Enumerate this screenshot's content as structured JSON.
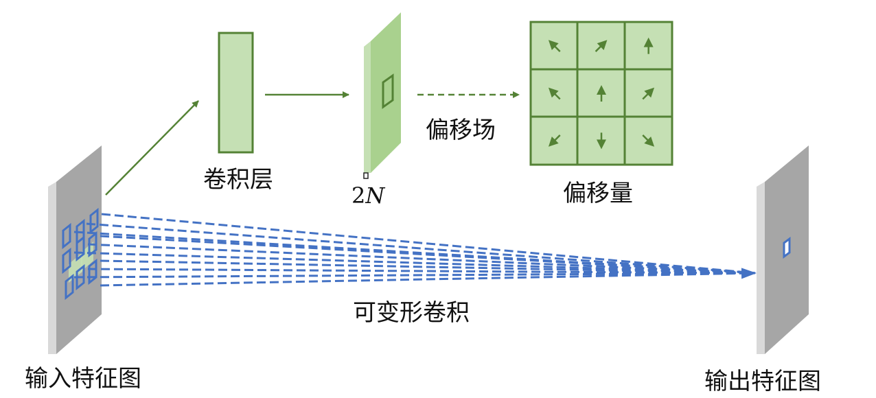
{
  "labels": {
    "input_feature_map": "输入特征图",
    "output_feature_map": "输出特征图",
    "conv_layer": "卷积层",
    "offset_field": "偏移场",
    "offsets": "偏移量",
    "deformable_conv": "可变形卷积",
    "channels_num": "2",
    "channels_var": "N"
  },
  "colors": {
    "green_dark": "#548235",
    "green_fill": "#c5e0b4",
    "green_plane": "#a9d18e",
    "blue": "#4472c4",
    "gray_face": "#a6a6a6",
    "gray_side": "#d9d9d9"
  },
  "offset_grid": {
    "rows": 3,
    "cols": 3,
    "arrows": [
      "up-left",
      "up-right",
      "up",
      "up-left",
      "up",
      "up-right",
      "down-left",
      "down",
      "down-right"
    ]
  }
}
